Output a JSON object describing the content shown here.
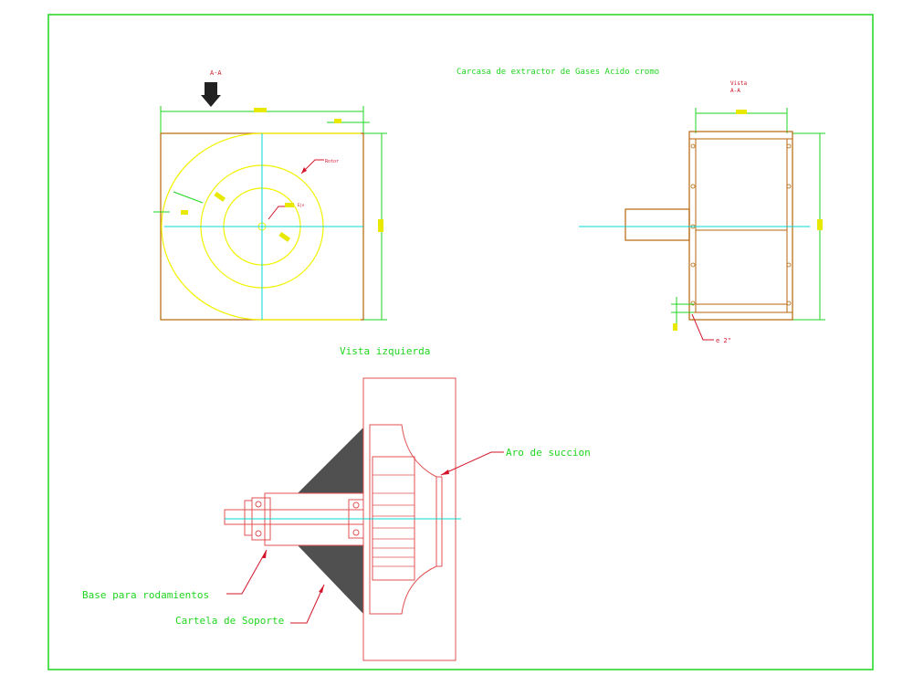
{
  "drawing": {
    "title": "Carcasa de extractor de Gases Acido cromo",
    "section_label": "A-A",
    "side_view_label_1": "Vista",
    "side_view_label_2": "A-A",
    "thickness_note": "e 2\"",
    "left_view_caption": "Vista izquierda",
    "callout_suction": "Aro de succion",
    "callout_bearing_base": "Base para rodamientos",
    "callout_support": "Cartela de Soporte",
    "callout_rotor": "Rotor",
    "callout_eje": "Eje"
  },
  "colors": {
    "frame": "#1fd51f",
    "casing": "#b8660b",
    "scroll": "#f2f200",
    "centerline": "#00d8d8",
    "section": "#e04040",
    "support": "#505050",
    "dimension": "#1fd51f"
  }
}
